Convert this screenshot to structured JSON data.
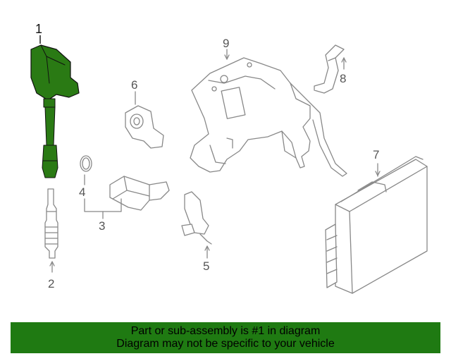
{
  "callouts": {
    "c1": "1",
    "c2": "2",
    "c3": "3",
    "c4": "4",
    "c5": "5",
    "c6": "6",
    "c7": "7",
    "c8": "8",
    "c9": "9"
  },
  "banner": {
    "line1": "Part or sub-assembly is #1 in diagram",
    "line2": "Diagram may not be specific to your vehicle"
  },
  "colors": {
    "highlight_part": "#2a7a14",
    "banner_bg": "#1f7a12",
    "line_art": "#888888"
  }
}
